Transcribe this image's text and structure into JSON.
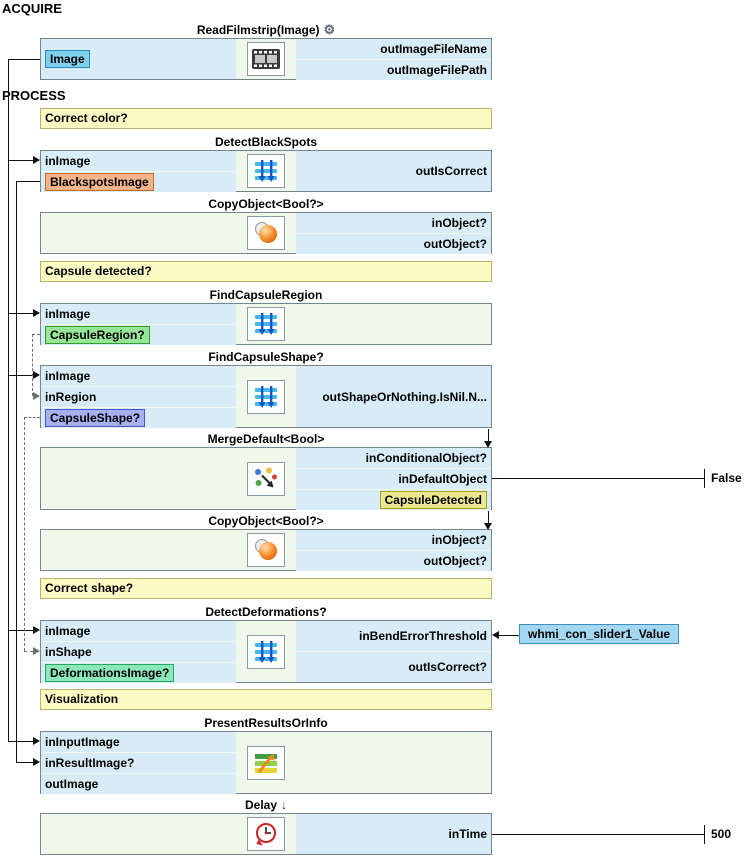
{
  "sections": {
    "acquire": "ACQUIRE",
    "process": "PROCESS"
  },
  "icons": {
    "gear": "⚙",
    "down_arrow": "↓"
  },
  "comments": {
    "correct_color": "Correct color?",
    "capsule_detected": "Capsule detected?",
    "correct_shape": "Correct shape?",
    "visualization": "Visualization"
  },
  "blocks": {
    "read_filmstrip": {
      "title": "ReadFilmstrip(Image)",
      "out_chip": "Image",
      "right_ports": [
        "outImageFileName",
        "outImageFilePath"
      ]
    },
    "detect_black_spots": {
      "title": "DetectBlackSpots",
      "left_ports": [
        "inImage"
      ],
      "chip": "BlackspotsImage",
      "right_label": "outIsCorrect"
    },
    "copy_object_1": {
      "title": "CopyObject<Bool?>",
      "right_ports": [
        "inObject?",
        "outObject?"
      ]
    },
    "find_capsule_region": {
      "title": "FindCapsuleRegion",
      "left_ports": [
        "inImage"
      ],
      "chip": "CapsuleRegion?"
    },
    "find_capsule_shape": {
      "title": "FindCapsuleShape?",
      "left_ports": [
        "inImage",
        "inRegion"
      ],
      "chip": "CapsuleShape?",
      "right_label": "outShapeOrNothing.IsNil.N..."
    },
    "merge_default": {
      "title": "MergeDefault<Bool>",
      "right_ports": [
        "inConditionalObject?",
        "inDefaultObject"
      ],
      "right_chip": "CapsuleDetected"
    },
    "copy_object_2": {
      "title": "CopyObject<Bool?>",
      "right_ports": [
        "inObject?",
        "outObject?"
      ]
    },
    "detect_deformations": {
      "title": "DetectDeformations?",
      "left_ports": [
        "inImage",
        "inShape"
      ],
      "chip": "DeformationsImage?",
      "right_ports": [
        "inBendErrorThreshold",
        "outIsCorrect?"
      ]
    },
    "present_results": {
      "title": "PresentResultsOrInfo",
      "left_ports": [
        "inInputImage",
        "inResultImage?",
        "outImage"
      ]
    },
    "delay": {
      "title": "Delay",
      "right_label": "inTime"
    }
  },
  "externals": {
    "merge_default_const": "False",
    "slider_label": "whmi_con_slider1_Value",
    "delay_const": "500"
  }
}
